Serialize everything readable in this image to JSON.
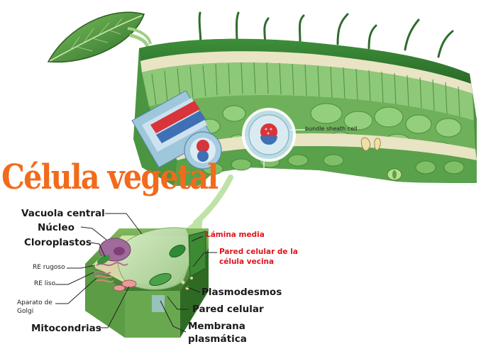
{
  "title": "Célula vegetal",
  "colors": {
    "title": "#f26a1b",
    "red_label": "#e0141c",
    "leaf_green": "#3f8f3a",
    "cell_green": "#6aaa52"
  },
  "leaf_section": {
    "bundle_label": "bundle sheath cell"
  },
  "labels_left": {
    "vacuola": "Vacuola central",
    "nucleo": "Núcleo",
    "cloroplastos": "Cloroplastos",
    "re_rugoso": "RE rugoso",
    "re_liso": "RE liso",
    "aparato_1": "Aparato de",
    "aparato_2": "Golgi",
    "mitocondrias": "Mitocondrias"
  },
  "labels_right": {
    "lamina": "Lámina media",
    "pared_vecina_1": "Pared celular de la",
    "pared_vecina_2": "célula vecina",
    "plasmodesmos": "Plasmodesmos",
    "pared_celular": "Pared celular",
    "membrana_1": "Membrana",
    "membrana_2": "plasmática"
  }
}
